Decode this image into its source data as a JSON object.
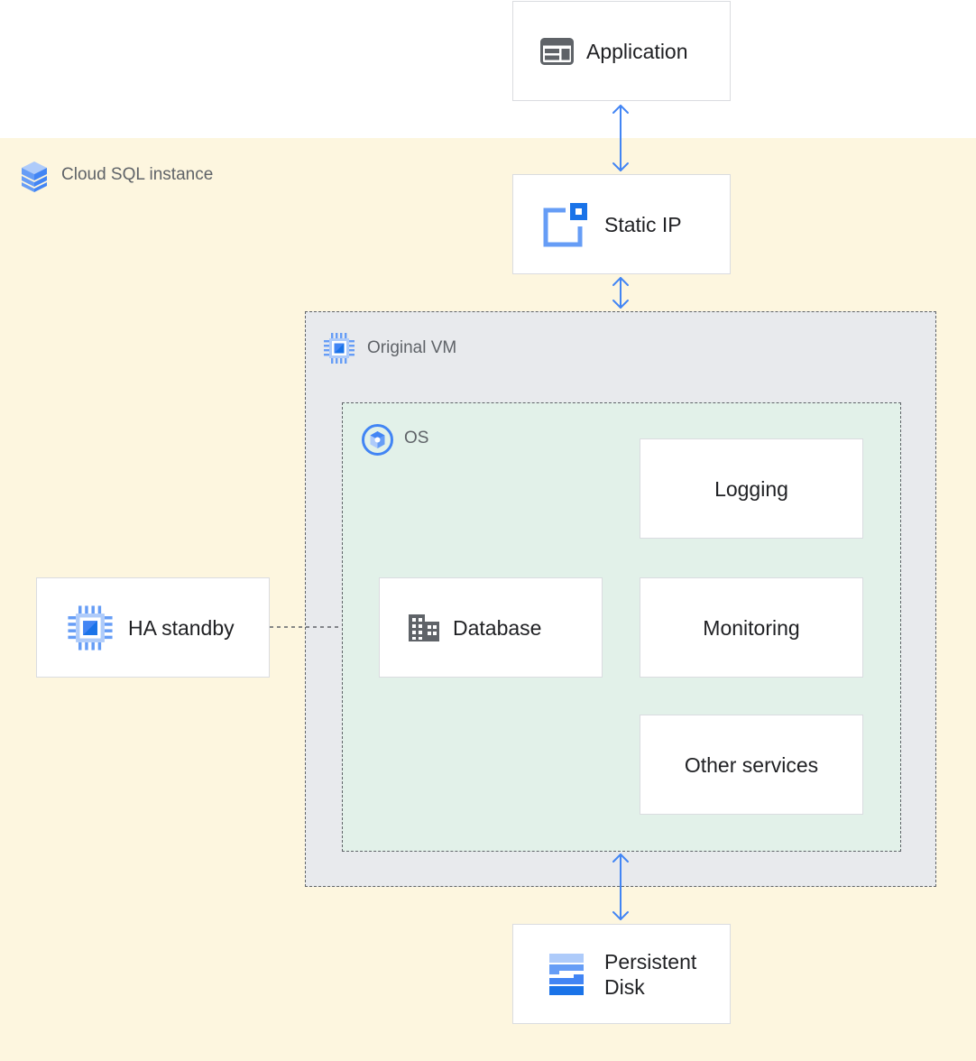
{
  "nodes": {
    "application": "Application",
    "static_ip": "Static IP",
    "ha_standby": "HA standby",
    "database": "Database",
    "logging": "Logging",
    "monitoring": "Monitoring",
    "other_services": "Other services",
    "persistent_disk_line1": "Persistent",
    "persistent_disk_line2": "Disk"
  },
  "groups": {
    "cloud_sql_instance": "Cloud SQL instance",
    "original_vm": "Original VM",
    "os": "OS"
  },
  "colors": {
    "zone_bg": "#fdf6df",
    "vm_bg": "#e8eaed",
    "os_bg": "#e2f1e9",
    "arrow": "#4285f4",
    "icon_blue": "#4285f4",
    "icon_light_blue": "#aecbfa",
    "icon_gray": "#5f6368"
  },
  "icons": {
    "application": "application-window-icon",
    "static_ip": "static-ip-icon",
    "cloud_sql": "cloud-sql-icon",
    "vm": "compute-chip-icon",
    "os": "os-icon",
    "ha_standby": "compute-chip-icon",
    "database": "building-icon",
    "persistent_disk": "persistent-disk-icon"
  }
}
